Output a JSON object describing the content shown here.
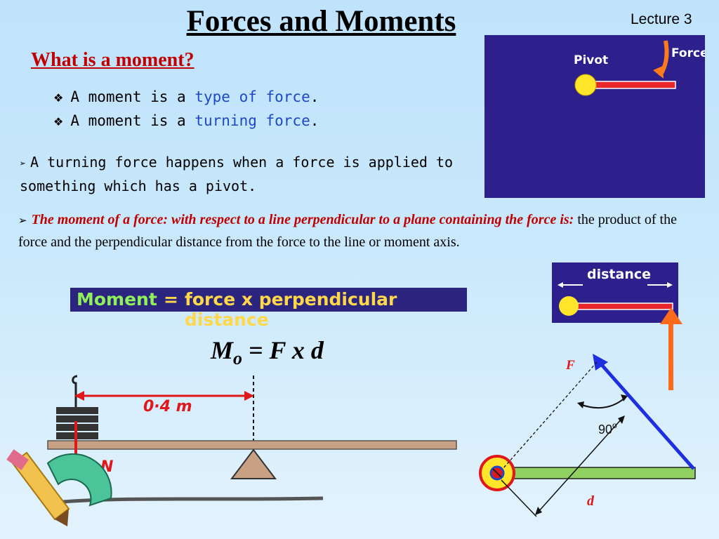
{
  "title": "Forces and Moments",
  "lecture": "Lecture 3",
  "heading": "What is a moment?",
  "bullets": [
    {
      "pre": "A moment is a ",
      "blue": "type of force",
      "post": "."
    },
    {
      "pre": "A moment is a ",
      "blue": "turning force",
      "post": "."
    }
  ],
  "turning_text": "A turning force happens when a force is applied to something which has a pivot.",
  "definition": {
    "red": "The moment of a force: with respect to a line perpendicular to a plane containing the force is:",
    "rest": " the product of the force and the perpendicular distance from the force to the line or moment axis."
  },
  "formula_bar": {
    "moment": "Moment",
    "eq": "=",
    "rest": "force x perpendicular distance"
  },
  "formula": {
    "M": "M",
    "sub": "o",
    "rhs": " = F x d"
  },
  "pivot_panel": {
    "pivot": "Pivot",
    "force": "Force"
  },
  "distance_panel": {
    "distance": "distance"
  },
  "seesaw": {
    "distance": "0·4 m",
    "force": "4 N"
  },
  "diagram": {
    "F": "F",
    "angle": "90",
    "angle_sup": "o",
    "d": "d"
  },
  "colors": {
    "panel": "#2d1f8c",
    "heading": "#c00000",
    "accent_blue": "#1f48c8",
    "beam": "#c8a084",
    "rod": "#90d060"
  }
}
